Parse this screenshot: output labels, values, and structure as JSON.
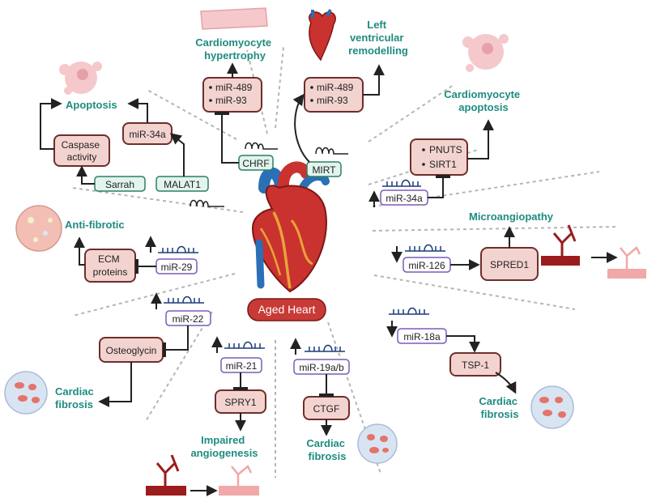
{
  "center_label": "Aged Heart",
  "colors": {
    "outcome_teal": "#1e8c80",
    "target_box_fill": "#f3d3cf",
    "target_box_stroke": "#6e2e2a",
    "mirna_box_stroke": "#7a5bb5",
    "lncrna_box_fill": "#e2f4ee",
    "lncrna_box_stroke": "#2f7d62",
    "aged_heart_fill": "#c83a36",
    "divider": "#b5b5b5"
  },
  "sections": {
    "apoptosis": {
      "outcome": "Apoptosis",
      "caspase": [
        "Caspase",
        "activity"
      ],
      "mir34a": "miR-34a",
      "sarrah": "Sarrah",
      "malat1": "MALAT1"
    },
    "hypertrophy": {
      "outcome": [
        "Cardiomyocyte",
        "hypertrophy"
      ],
      "targets": [
        "miR-489",
        "miR-93"
      ],
      "lnc": "CHRF"
    },
    "remodelling": {
      "outcome": [
        "Left",
        "ventricular",
        "remodelling"
      ],
      "targets": [
        "miR-489",
        "miR-93"
      ],
      "lnc": "MIRT"
    },
    "cm_apoptosis": {
      "outcome": [
        "Cardiomyocyte",
        "apoptosis"
      ],
      "targets": [
        "PNUTS",
        "SIRT1"
      ],
      "mirna": "miR-34a"
    },
    "antifibrotic": {
      "outcome": "Anti-fibrotic",
      "target": [
        "ECM",
        "proteins"
      ],
      "mirna": "miR-29"
    },
    "microangiopathy": {
      "outcome": "Microangiopathy",
      "mirna": "miR-126",
      "target": "SPRED1"
    },
    "fibrosis_left": {
      "outcome": [
        "Cardiac",
        "fibrosis"
      ],
      "mirna": "miR-22",
      "target": "Osteoglycin"
    },
    "angiogenesis": {
      "outcome": [
        "Impaired",
        "angiogenesis"
      ],
      "mirna": "miR-21",
      "target": "SPRY1"
    },
    "fibrosis_bottom": {
      "outcome": [
        "Cardiac",
        "fibrosis"
      ],
      "mirna": "miR-19a/b",
      "target": "CTGF"
    },
    "fibrosis_right": {
      "outcome": [
        "Cardiac",
        "fibrosis"
      ],
      "mirna": "miR-18a",
      "target": "TSP-1"
    }
  }
}
